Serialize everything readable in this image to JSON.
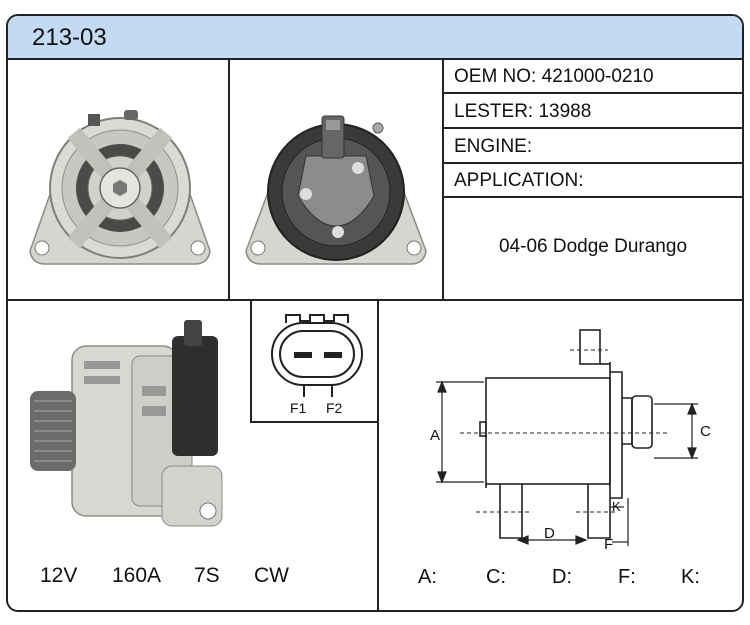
{
  "header": {
    "title": "213-03"
  },
  "info": {
    "oem_label": "OEM NO:",
    "oem_value": "421000-0210",
    "lester_label": "LESTER:",
    "lester_value": "13988",
    "engine_label": "ENGINE:",
    "application_label": "APPLICATION:",
    "application_value": "04-06 Dodge Durango"
  },
  "specs": {
    "voltage": "12V",
    "amperage": "160A",
    "pulley": "7S",
    "rotation": "CW"
  },
  "connector": {
    "pin1": "F1",
    "pin2": "F2"
  },
  "dimensions": {
    "diagram_labels": {
      "a": "A",
      "c": "C",
      "d": "D",
      "f": "F",
      "k": "K"
    },
    "list": [
      "A:",
      "C:",
      "D:",
      "F:",
      "K:"
    ]
  },
  "colors": {
    "header_bg": "#c3dbf2",
    "border": "#222222",
    "metal": "#d9dcd5",
    "dark": "#3a3a3a"
  },
  "icons": [
    "alternator-front-view",
    "alternator-rear-view",
    "alternator-side-view",
    "connector-plug-icon",
    "dimension-drawing"
  ]
}
